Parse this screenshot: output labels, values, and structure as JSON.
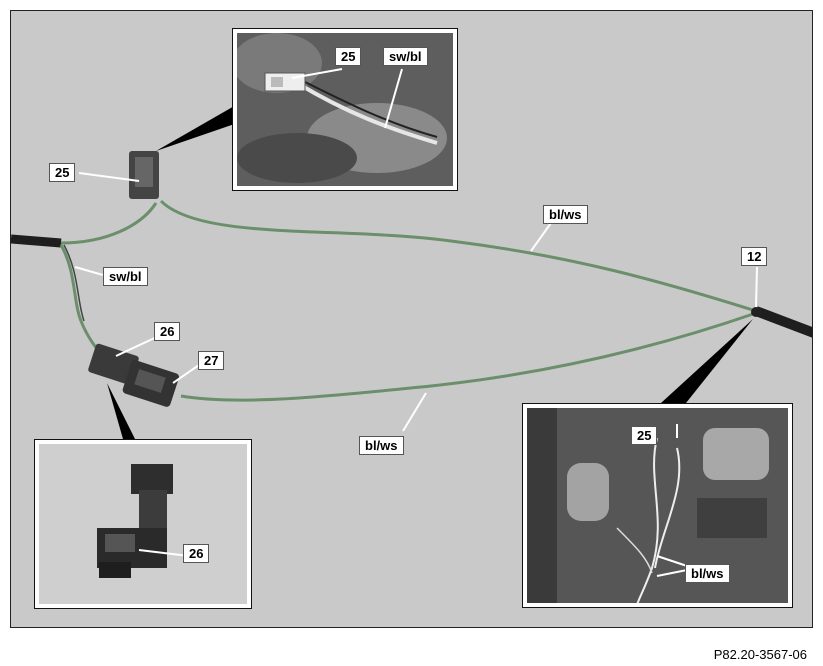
{
  "figure": {
    "reference": "P82.20-3567-06",
    "colors": {
      "background": "#c9c9c9",
      "wire_blue_white": "#6b8f6b",
      "wire_black_blue": "#333333",
      "harness": "#1e1e1e",
      "callout_bg": "#ffffff"
    }
  },
  "main_labels": {
    "connector_25": "25",
    "wire_sw_bl": "sw/bl",
    "connector_26": "26",
    "connector_27": "27",
    "wire_bl_ws_upper": "bl/ws",
    "wire_bl_ws_lower": "bl/ws",
    "junction_12": "12"
  },
  "inset_top": {
    "label_25": "25",
    "label_sw_bl": "sw/bl"
  },
  "inset_bottom_left": {
    "label_26": "26"
  },
  "inset_bottom_right": {
    "label_25": "25",
    "label_bl_ws": "bl/ws"
  }
}
